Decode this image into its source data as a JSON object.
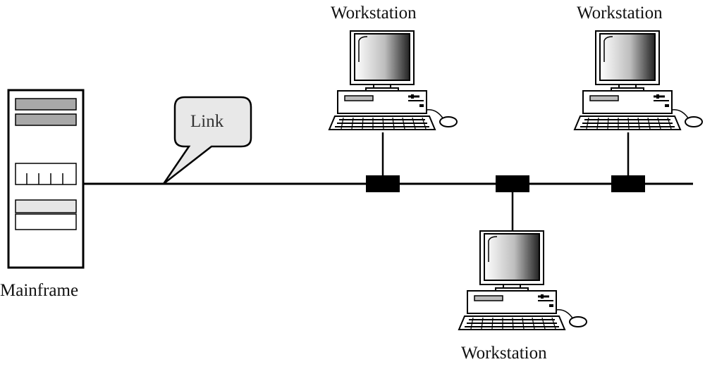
{
  "diagram": {
    "labels": {
      "mainframe": "Mainframe",
      "link": "Link",
      "workstation_top_left": "Workstation",
      "workstation_top_right": "Workstation",
      "workstation_bottom": "Workstation"
    },
    "icons": {
      "mainframe": "server-tower-icon",
      "workstation": "desktop-computer-icon",
      "connector": "network-tap-icon",
      "callout": "speech-bubble-icon"
    }
  }
}
